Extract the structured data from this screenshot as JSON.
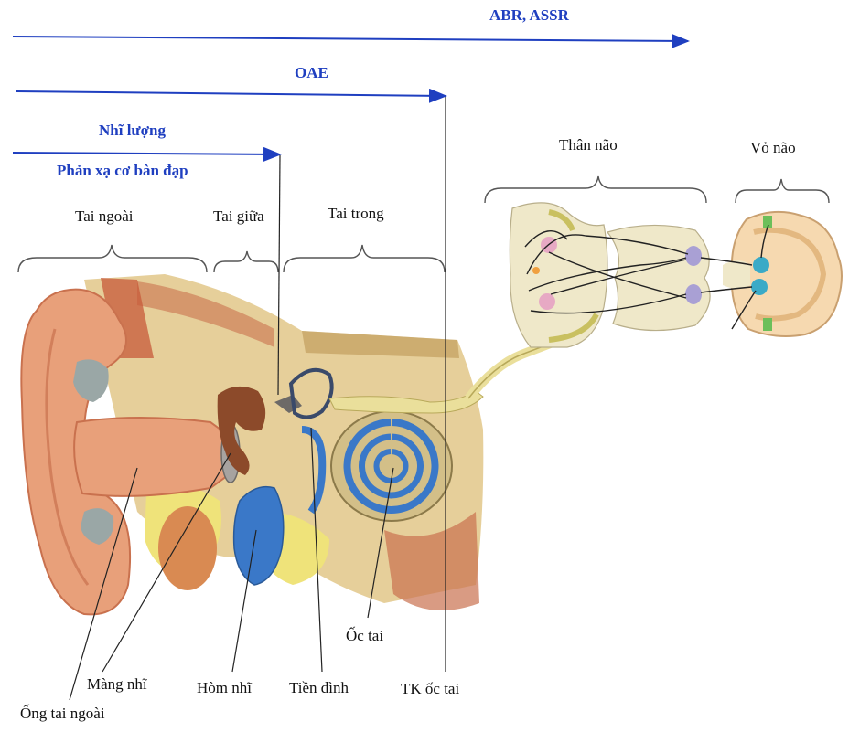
{
  "colors": {
    "test_arrow": "#1f3fc0",
    "skin": "#e8a07a",
    "skin_dark": "#c9714e",
    "bone": "#e6cf9a",
    "bone_dark": "#b8924f",
    "fat": "#efe37a",
    "cochlea_blue": "#3a78c8",
    "nerve": "#eadf9b",
    "brain": "#efe8c9",
    "cortex": "#f6d9b0",
    "nucleus_pink": "#e7a9c4",
    "nucleus_purple": "#a9a0d4",
    "nucleus_cyan": "#3aaac7",
    "green": "#6cbf5a"
  },
  "tests": {
    "abr_assr": "ABR, ASSR",
    "oae": "OAE",
    "nhi_luong": "Nhĩ lượng",
    "phan_xa": "Phản xạ cơ bàn đạp"
  },
  "regions": {
    "tai_ngoai": "Tai ngoài",
    "tai_giua": "Tai giữa",
    "tai_trong": "Tai trong",
    "than_nao": "Thân não",
    "vo_nao": "Vỏ não"
  },
  "parts": {
    "mang_nhi": "Màng nhĩ",
    "hom_nhi": "Hòm nhĩ",
    "tien_dinh": "Tiền đình",
    "tk_oc_tai": "TK ốc tai",
    "oc_tai": "Ốc tai",
    "ong_tai_ngoai": "Ống tai ngoài"
  }
}
